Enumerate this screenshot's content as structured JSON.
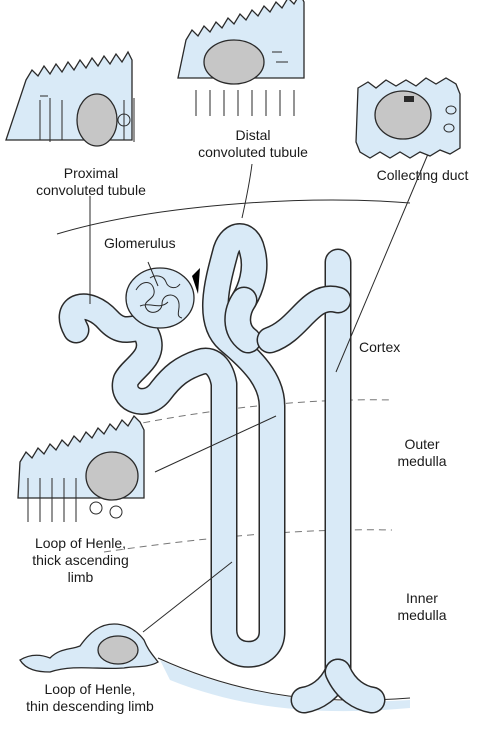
{
  "labels": {
    "proximal": "Proximal\nconvoluted tubule",
    "distal": "Distal\nconvoluted tubule",
    "collecting": "Collecting duct",
    "glomerulus": "Glomerulus",
    "cortex": "Cortex",
    "outer_medulla": "Outer\nmedulla",
    "inner_medulla": "Inner\nmedulla",
    "thick_limb": "Loop of Henle,\nthick ascending\nlimb",
    "thin_limb": "Loop of Henle,\nthin descending limb"
  },
  "colors": {
    "lumen": "#d9eaf7",
    "outline": "#2a2a2a",
    "nucleus": "#c6c6c6",
    "boundary_dash": "#777777"
  }
}
